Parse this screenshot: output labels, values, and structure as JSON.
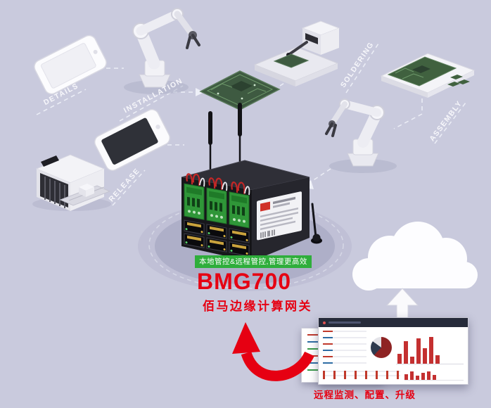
{
  "workflow_labels": [
    {
      "id": "details",
      "text": "DETAILS"
    },
    {
      "id": "installation",
      "text": "INSTALLATION"
    },
    {
      "id": "soldering",
      "text": "SOLDERING"
    },
    {
      "id": "assembly",
      "text": "ASSEMBLY"
    },
    {
      "id": "release",
      "text": "RELEASE"
    }
  ],
  "product": {
    "tagline": "本地管控&远程管控,管理更高效",
    "model": "BMG700",
    "name": "佰马边缘计算网关"
  },
  "caption": "远程监测、配置、升级",
  "colors": {
    "background": "#c9cadd",
    "accent_red": "#e60012",
    "tagline_green": "#2fae3b",
    "connector_white": "#eef0f8",
    "pcb_green": "#3e5a41",
    "device_black": "#17171b",
    "cloud_white": "#fdfdff"
  },
  "dashboard": {
    "pie": [
      {
        "color": "#8e2323",
        "pct": 62
      },
      {
        "color": "#2e3a4e",
        "pct": 23
      },
      {
        "color": "#e3e3e8",
        "pct": 15
      }
    ],
    "bars_main": [
      14,
      32,
      10,
      36,
      22,
      38,
      12
    ],
    "bars_side": [
      8,
      12,
      6,
      10,
      12,
      7
    ]
  }
}
